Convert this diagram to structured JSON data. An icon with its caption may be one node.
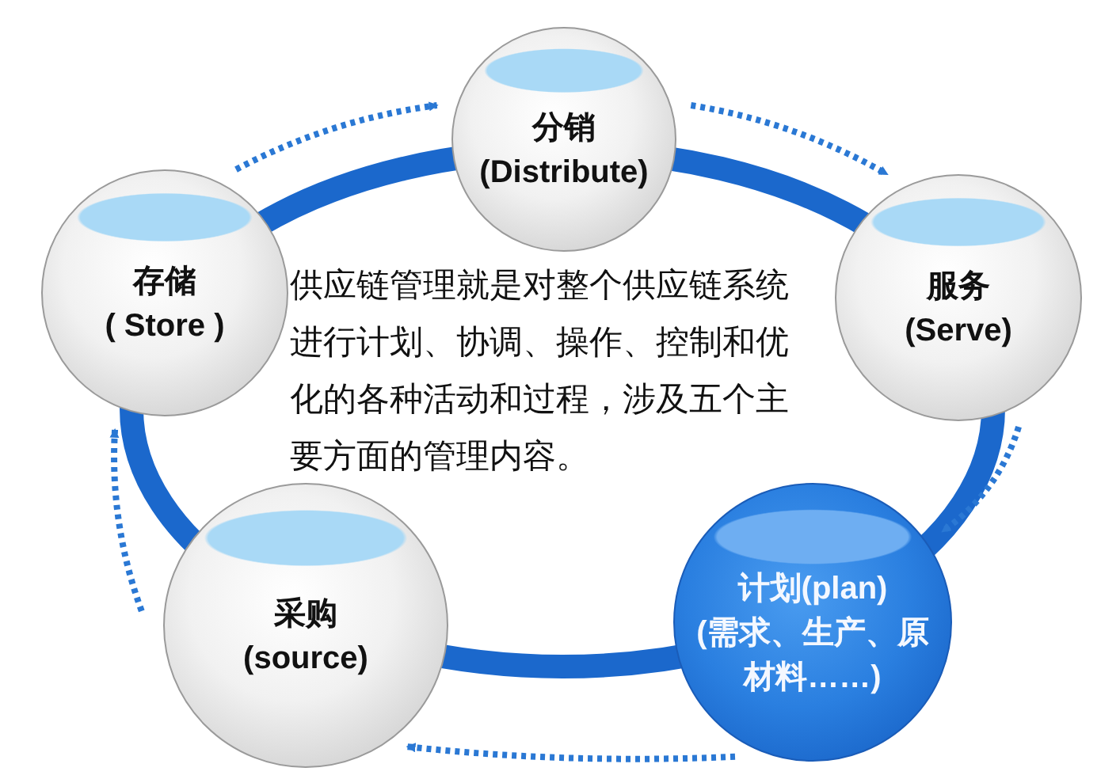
{
  "diagram": {
    "nodes": [
      {
        "text": [
          "分销",
          "(Distribute)"
        ]
      },
      {
        "text": [
          "存储",
          "( Store )"
        ]
      },
      {
        "text": [
          "服务",
          "(Serve)"
        ]
      },
      {
        "text": [
          "采购",
          "(source)"
        ]
      },
      {
        "text": [
          "计划(plan)",
          "(需求、生产、原材料……)"
        ]
      }
    ],
    "edges": [
      {
        "from": 1,
        "to": 0,
        "arrow": "to"
      },
      {
        "from": 0,
        "to": 2,
        "arrow": "to"
      },
      {
        "from": 2,
        "to": 4,
        "arrow": "to"
      },
      {
        "from": 4,
        "to": 3,
        "arrow": "to"
      },
      {
        "from": 3,
        "to": 1,
        "arrow": "to"
      }
    ],
    "labels": [
      "供应链管理就是对整个供应链系统进行计划、协调、操作、控制和优化的各种活动和过程，涉及五个主要方面的管理内容。"
    ]
  }
}
